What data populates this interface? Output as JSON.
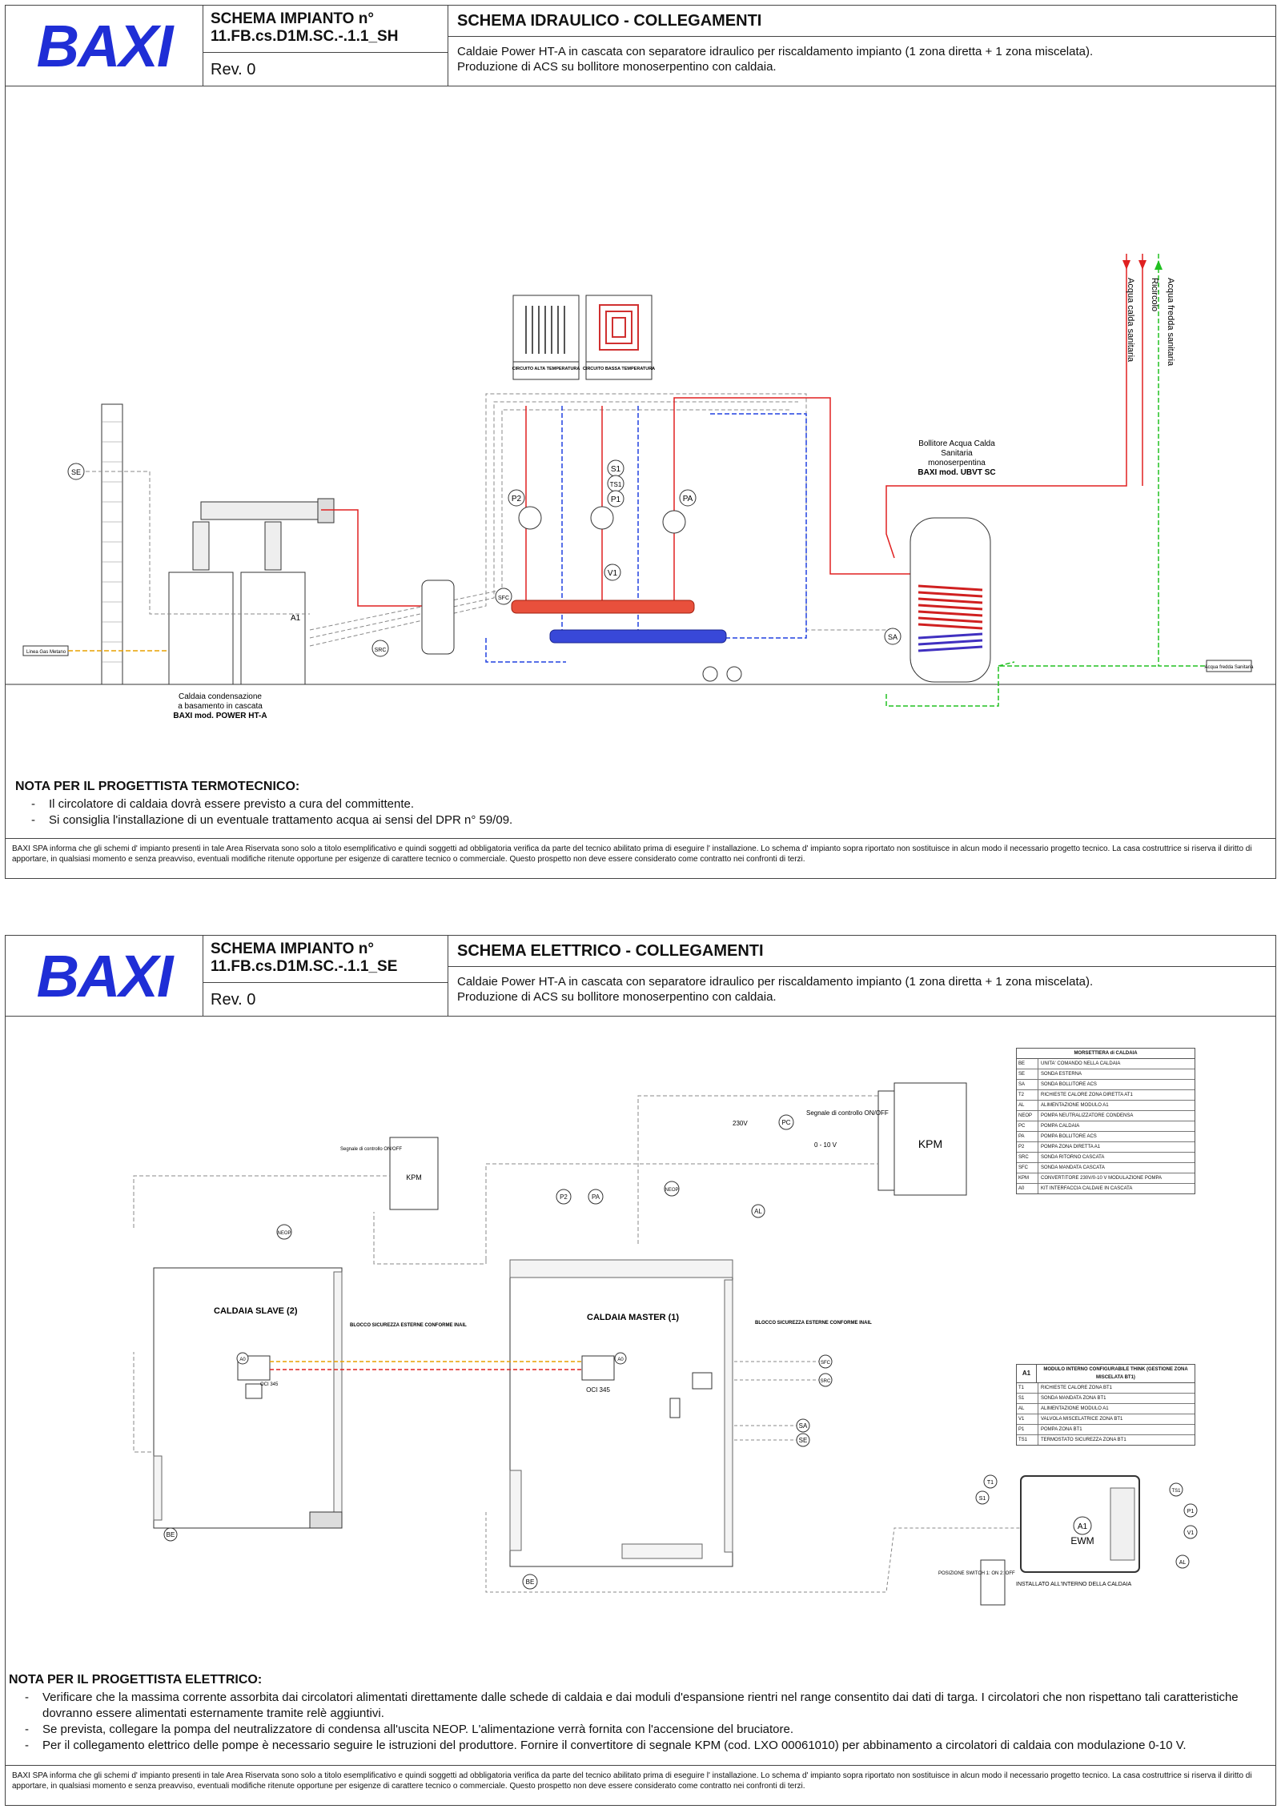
{
  "sheet1": {
    "logo": "BAXI",
    "code_label": "SCHEMA IMPIANTO n°",
    "code": "11.FB.cs.D1M.SC.-.1.1_SH",
    "rev": "Rev. 0",
    "title": "SCHEMA IDRAULICO - COLLEGAMENTI",
    "subtitle1": "Caldaie Power HT-A in cascata con separatore idraulico per riscaldamento impianto (1 zona diretta + 1 zona miscelata).",
    "subtitle2": "Produzione di ACS su bollitore monoserpentino con caldaia.",
    "diagram": {
      "circuit_high": "CIRCUITO ALTA TEMPERATURA",
      "circuit_low": "CIRCUITO BASSA TEMPERATURA",
      "boiler_caption1": "Caldaia condensazione",
      "boiler_caption2": "a basamento in cascata",
      "boiler_caption3": "BAXI mod. POWER HT-A",
      "tank_caption1": "Bollitore Acqua Calda",
      "tank_caption2": "Sanitaria",
      "tank_caption3": "monoserpentina",
      "tank_caption4": "BAXI mod. UBVT SC",
      "hot_water": "Acqua calda sanitaria",
      "recirc": "Ricircolo",
      "cold_water": "Acqua fredda sanitaria",
      "gas_line": "Linea Gas Metano",
      "cold_in": "Acqua fredda Sanitaria",
      "tags": [
        "SE",
        "P2",
        "P1",
        "S1",
        "TS1",
        "V1",
        "PA",
        "SA",
        "SFC",
        "SRC",
        "A1"
      ]
    },
    "note_title": "NOTA PER IL PROGETTISTA TERMOTECNICO:",
    "notes": [
      "Il circolatore di caldaia dovrà essere previsto a cura del committente.",
      "Si consiglia l'installazione di un eventuale trattamento acqua ai sensi del DPR n° 59/09."
    ],
    "disclaimer": "BAXI SPA informa che gli schemi d' impianto presenti in tale Area Riservata sono solo a titolo esemplificativo e quindi soggetti ad obbligatoria verifica da parte del tecnico abilitato prima di eseguire l' installazione. Lo schema d' impianto sopra riportato non sostituisce in alcun modo il necessario progetto tecnico. La casa costruttrice si riserva il diritto di apportare, in qualsiasi momento e senza preavviso, eventuali modifiche ritenute opportune per esigenze di carattere tecnico o commerciale. Questo prospetto non deve essere considerato come contratto nei confronti di terzi."
  },
  "sheet2": {
    "logo": "BAXI",
    "code_label": "SCHEMA IMPIANTO n°",
    "code": "11.FB.cs.D1M.SC.-.1.1_SE",
    "rev": "Rev. 0",
    "title": "SCHEMA ELETTRICO - COLLEGAMENTI",
    "subtitle1": "Caldaie Power HT-A in cascata con separatore idraulico per riscaldamento impianto (1 zona diretta + 1 zona miscelata).",
    "subtitle2": "Produzione di ACS su bollitore monoserpentino con caldaia.",
    "diagram": {
      "slave": "CALDAIA SLAVE (2)",
      "master": "CALDAIA MASTER (1)",
      "kpm": "KPM",
      "ewm": "EWM",
      "oci": "OCI 345",
      "signal": "Segnale di controllo ON/OFF",
      "volt": "0 - 10 V",
      "v230": "230V",
      "block_title": "BLOCCO SICUREZZA ESTERNE CONFORME INAIL",
      "install_note": "INSTALLATO ALL'INTERNO DELLA CALDAIA",
      "switch_note": "POSIZIONE SWITCH 1: ON 2: OFF",
      "tags": [
        "P2",
        "PA",
        "NEOP",
        "AL",
        "PC",
        "SFC",
        "SRC",
        "SA",
        "SE",
        "BE",
        "T1",
        "S1",
        "TS1",
        "P1",
        "V1",
        "A0",
        "A1"
      ]
    },
    "legend1": {
      "title": "MORSETTIERA di CALDAIA",
      "rows": [
        [
          "BE",
          "UNITA' COMANDO NELLA CALDAIA"
        ],
        [
          "SE",
          "SONDA ESTERNA"
        ],
        [
          "SA",
          "SONDA BOLLITORE ACS"
        ],
        [
          "T2",
          "RICHIESTE CALORE ZONA DIRETTA AT1"
        ],
        [
          "AL",
          "ALIMENTAZIONE MODULO A1"
        ],
        [
          "NEOP",
          "POMPA NEUTRALIZZATORE CONDENSA"
        ],
        [
          "PC",
          "POMPA CALDAIA"
        ],
        [
          "PA",
          "POMPA BOLLITORE ACS"
        ],
        [
          "P2",
          "POMPA ZONA DIRETTA A1"
        ],
        [
          "SRC",
          "SONDA RITORNO CASCATA"
        ],
        [
          "SFC",
          "SONDA MANDATA CASCATA"
        ],
        [
          "KPM",
          "CONVERTITORE 230V/0-10 V MODULAZIONE POMPA"
        ],
        [
          "A0",
          "KIT INTERFACCIA CALDAIE IN CASCATA"
        ]
      ]
    },
    "legend2": {
      "id": "A1",
      "title": "MODULO INTERNO CONFIGURABILE THINK (GESTIONE ZONA MISCELATA BT1)",
      "rows": [
        [
          "T1",
          "RICHIESTE CALORE ZONA BT1"
        ],
        [
          "S1",
          "SONDA MANDATA ZONA BT1"
        ],
        [
          "AL",
          "ALIMENTAZIONE MODULO A1"
        ],
        [
          "V1",
          "VALVOLA MISCELATRICE ZONA BT1"
        ],
        [
          "P1",
          "POMPA ZONA BT1"
        ],
        [
          "TS1",
          "TERMOSTATO SICUREZZA ZONA BT1"
        ]
      ]
    },
    "note_title": "NOTA PER IL PROGETTISTA ELETTRICO:",
    "notes": [
      "Verificare che la massima corrente assorbita dai circolatori alimentati direttamente dalle schede di caldaia e dai moduli d'espansione rientri nel range consentito dai dati di targa. I circolatori che non rispettano tali caratteristiche dovranno essere alimentati esternamente tramite relè aggiuntivi.",
      "Se prevista, collegare la pompa del neutralizzatore di condensa all'uscita NEOP. L'alimentazione verrà fornita con l'accensione del bruciatore.",
      "Per il collegamento elettrico delle pompe è necessario seguire le istruzioni del produttore. Fornire il convertitore di segnale KPM (cod. LXO 00061010) per abbinamento a circolatori di caldaia con modulazione 0-10 V."
    ],
    "disclaimer": "BAXI SPA informa che gli schemi d' impianto presenti in tale Area Riservata sono solo a titolo esemplificativo e quindi soggetti ad obbligatoria verifica da parte del tecnico abilitato prima di eseguire l' installazione. Lo schema d' impianto sopra riportato non sostituisce in alcun modo il necessario progetto tecnico. La casa costruttrice si riserva il diritto di apportare, in qualsiasi momento e senza preavviso, eventuali modifiche ritenute opportune per esigenze di carattere tecnico o commerciale. Questo prospetto non deve essere considerato come contratto nei confronti di terzi."
  }
}
